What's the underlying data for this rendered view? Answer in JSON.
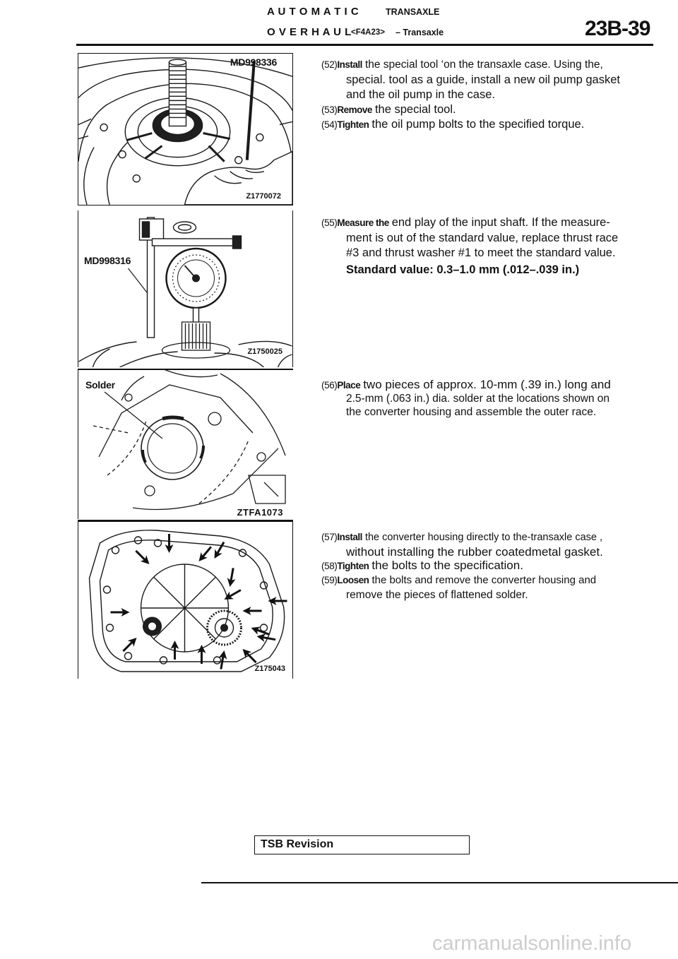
{
  "header": {
    "title_spaced": "A U T O M A T I C",
    "title_word": "TRANSAXLE",
    "subtitle_spaced": "O V E R H A U L",
    "model": "<F4A23>",
    "subtitle_word": "– Transaxle",
    "page_number": "23B-39"
  },
  "figures": [
    {
      "tool_label": "MD998336",
      "code": "Z1770072"
    },
    {
      "tool_label": "MD998316",
      "code": "Z1750025"
    },
    {
      "callout": "Solder",
      "code": "ZTFA1073"
    },
    {
      "code": "Z175043"
    }
  ],
  "steps": [
    {
      "num": "(52)",
      "verb": "Install",
      "lines": [
        "the special tool ‘on the transaxle case. Using the,",
        "special. tool as a guide, install a new oil pump gasket",
        "and the oil pump in the case."
      ]
    },
    {
      "num": "(53)",
      "verb": "Remove",
      "lines": [
        "the special tool."
      ]
    },
    {
      "num": "(54)",
      "verb": "Tighten",
      "lines": [
        "the oil pump bolts to the specified torque."
      ]
    },
    {
      "num": "(55)",
      "verb": "Measure the",
      "lines": [
        "end play of the input shaft. If the measure-",
        "ment is out of the standard value, replace thrust race",
        "#3 and thrust washer #1 to meet the standard value."
      ],
      "spec": "Standard value: 0.3–1.0 mm (.012–.039 in.)"
    },
    {
      "num": "(56)",
      "verb": "Place",
      "lines": [
        "two pieces of approx. 10-mm (.39 in.) long and",
        "2.5-mm (.063 in.) dia. solder at the locations shown on",
        "the converter housing and assemble the outer race."
      ]
    },
    {
      "num": "(57)",
      "verb": "Install",
      "lines": [
        "the converter housing directly to the-transaxle case ,",
        "without installing the rubber coatedmetal gasket."
      ]
    },
    {
      "num": "(58)",
      "verb": "Tighten",
      "lines": [
        "the bolts to the specification."
      ]
    },
    {
      "num": "(59)",
      "verb": "Loosen",
      "lines": [
        "the bolts and remove the converter housing and",
        "remove the pieces of flattened solder."
      ]
    }
  ],
  "footer": {
    "tsb_label": "TSB Revision",
    "watermark": "carmanualsonline.info"
  }
}
